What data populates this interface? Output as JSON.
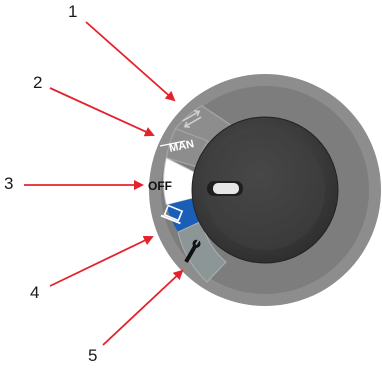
{
  "callouts": [
    "1",
    "2",
    "3",
    "4",
    "5"
  ],
  "dial": {
    "segments": [
      {
        "label": "",
        "icon": "loop-arrows-icon"
      },
      {
        "label": "MAN",
        "icon": ""
      },
      {
        "label": "OFF",
        "icon": ""
      },
      {
        "label": "",
        "icon": "laptop-icon"
      },
      {
        "label": "",
        "icon": "wrench-icon"
      }
    ]
  },
  "colors": {
    "arrow": "#e4222c",
    "dial_outer": "#8a8a8a",
    "knob": "#3d3d3d",
    "active_segment": "#ffffff",
    "blue_segment": "#1b5eb8",
    "grey_segment": "#8c9697"
  }
}
